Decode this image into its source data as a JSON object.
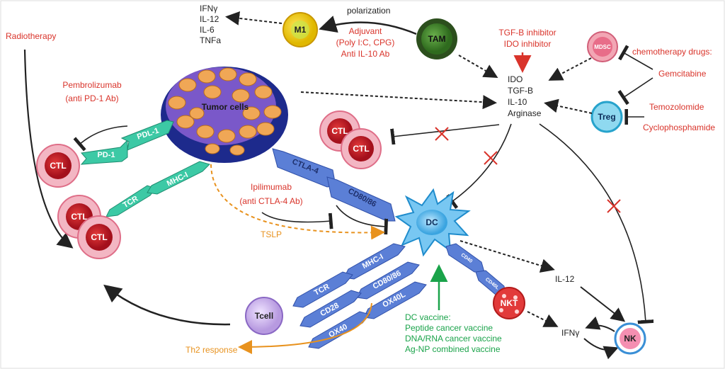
{
  "labels": {
    "ifn_list": [
      "IFNγ",
      "IL-12",
      "IL-6",
      "TNFa"
    ],
    "m1": "M1",
    "polarization": "polarization",
    "adjuvant": [
      "Adjuvant",
      "(Poly I:C, CPG)",
      "Anti IL-10 Ab"
    ],
    "tam": "TAM",
    "tgfb_inhibitor": [
      "TGF-B inhibitor",
      "IDO inhibitor"
    ],
    "mdsc": "MDSC",
    "chemo": "chemotherapy drugs:",
    "gemcitabine": "Gemcitabine",
    "temozolomide": "Temozolomide",
    "cyclophosphamide": "Cyclophosphamide",
    "treg": "Treg",
    "suppressors": [
      "IDO",
      "TGF-B",
      "IL-10",
      "Arginase"
    ],
    "radiotherapy": "Radiotherapy",
    "pembrolizumab": [
      "Pembrolizumab",
      "(anti PD-1 Ab)"
    ],
    "tumor": "Tumor cells",
    "pd1": "PD-1",
    "pdl1": "PDL-1",
    "tcr": "TCR",
    "mhc1": "MHC-I",
    "ctl": "CTL",
    "ctla4": "CTLA-4",
    "cd8086": "CD80/86",
    "ipilimumab": [
      "Ipilimumab",
      "(anti CTLA-4 Ab)"
    ],
    "tslp": "TSLP",
    "dc": "DC",
    "cd40": "CD40",
    "cd40l": "CD40L",
    "nkt": "NKT",
    "il12": "IL-12",
    "ifny": "IFNγ",
    "nk": "NK",
    "tcell": "Tcell",
    "cd28": "CD28",
    "ox40": "OX40",
    "ox40l": "OX40L",
    "th2": "Th2 response",
    "dc_vaccine": [
      "DC vaccine:",
      "Peptide cancer vaccine",
      "DNA/RNA cancer vaccine",
      "Ag-NP combined vaccine"
    ]
  },
  "colors": {
    "red_text": "#d9342b",
    "green_text": "#1aa34a",
    "orange": "#e8921e",
    "ctl": "#c8102e",
    "receptor_teal": "#3cc9a5",
    "receptor_blue": "#5b7fd6"
  }
}
